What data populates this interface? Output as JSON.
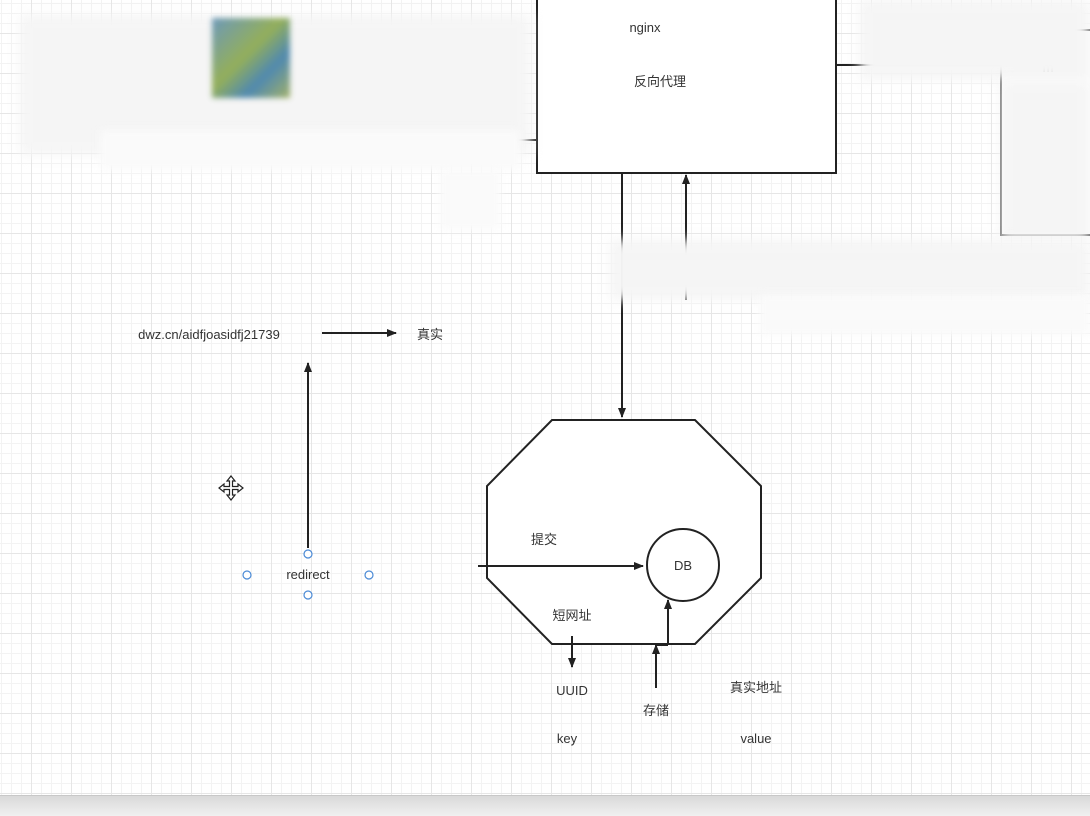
{
  "nodes": {
    "nginx_title": "nginx",
    "nginx_subtitle": "反向代理",
    "short_url": "dwz.cn/aidfjoasidfj21739",
    "real": "真实",
    "redirect": "redirect",
    "submit": "提交",
    "db": "DB",
    "short_addr": "短网址",
    "uuid": "UUID",
    "key": "key",
    "store": "存储",
    "real_addr": "真实地址",
    "value": "value",
    "partial_right": "m"
  },
  "colors": {
    "stroke": "#222222",
    "text": "#333333",
    "handle": "#4a8ad6",
    "grid": "#e6e6e6"
  },
  "icons": {
    "move": "move-cursor-icon"
  }
}
